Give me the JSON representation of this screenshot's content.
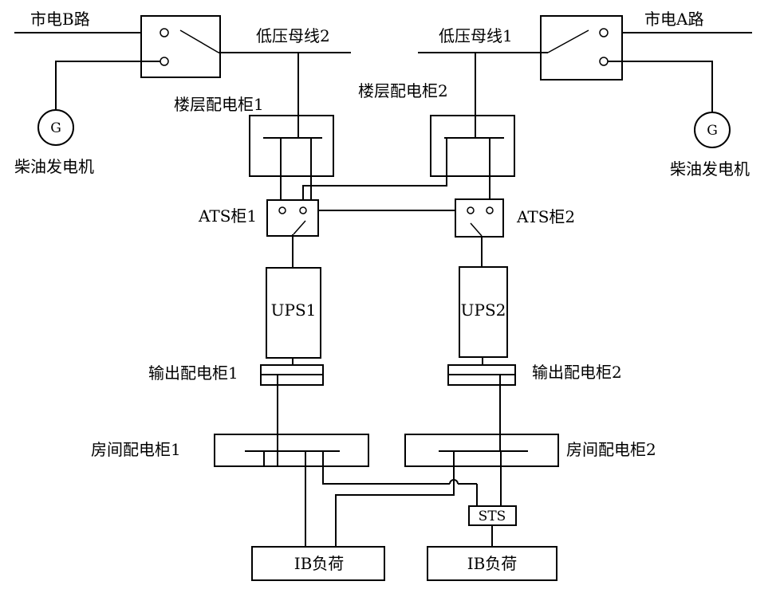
{
  "labels": {
    "mains_b": "市电B路",
    "mains_a": "市电A路",
    "lv_bus_2": "低压母线2",
    "lv_bus_1": "低压母线1",
    "generator_symbol": "G",
    "diesel_generator": "柴油发电机",
    "floor_panel_1": "楼层配电柜1",
    "floor_panel_2": "楼层配电柜2",
    "ats_1": "ATS柜1",
    "ats_2": "ATS柜2",
    "ups_1": "UPS1",
    "ups_2": "UPS2",
    "output_panel_1": "输出配电柜1",
    "output_panel_2": "输出配电柜2",
    "room_panel_1": "房间配电柜1",
    "room_panel_2": "房间配电柜2",
    "sts": "STS",
    "ib_load": "IB负荷"
  }
}
